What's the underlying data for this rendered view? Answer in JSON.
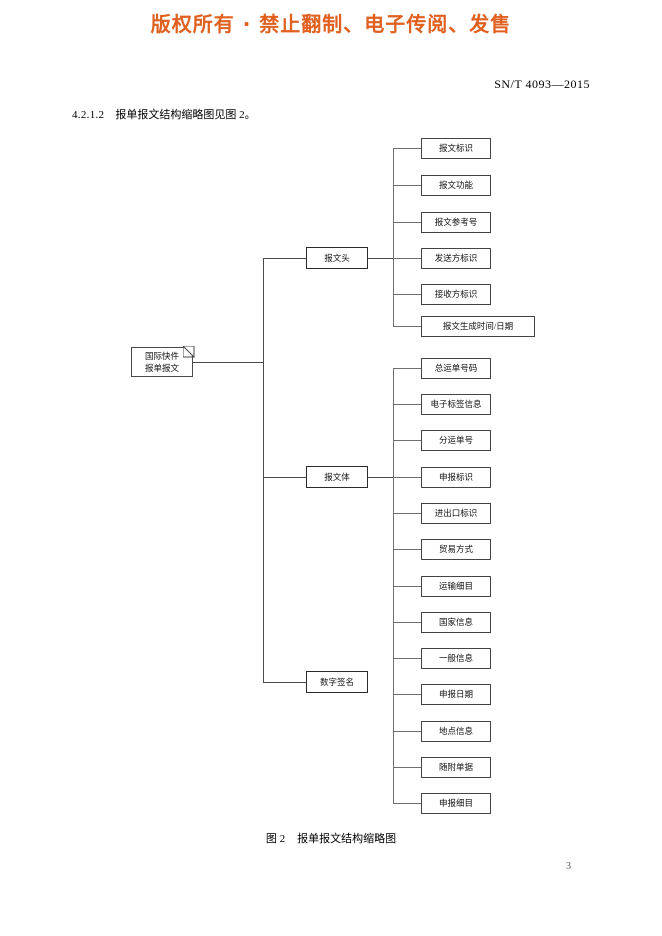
{
  "watermark": {
    "text": "版权所有 ·  禁止翻制、电子传阅、发售",
    "color": "#e0601f"
  },
  "running_head": {
    "standard_number": "SN/T 4093—2015"
  },
  "clause": {
    "number": "4.2.1.2",
    "text": "报单报文结构缩略图见图 2。"
  },
  "figure": {
    "caption_label": "图 2",
    "caption_title": "报单报文结构缩略图",
    "root": {
      "line1": "国际快件",
      "line2": "报单报文"
    },
    "branches": [
      {
        "label": "报文头",
        "leaves": [
          "报文标识",
          "报文功能",
          "报文参考号",
          "发送方标识",
          "接收方标识",
          "报文生成时间/日期"
        ]
      },
      {
        "label": "报文体",
        "leaves": [
          "总运单号码",
          "电子标签信息",
          "分运单号",
          "申报标识",
          "进出口标识",
          "贸易方式",
          "运输细目",
          "国家信息",
          "一般信息",
          "申报日期",
          "地点信息",
          "随附单据",
          "申报细目"
        ]
      },
      {
        "label": "数字签名",
        "leaves": []
      }
    ]
  },
  "folio": {
    "page_number": "3"
  }
}
